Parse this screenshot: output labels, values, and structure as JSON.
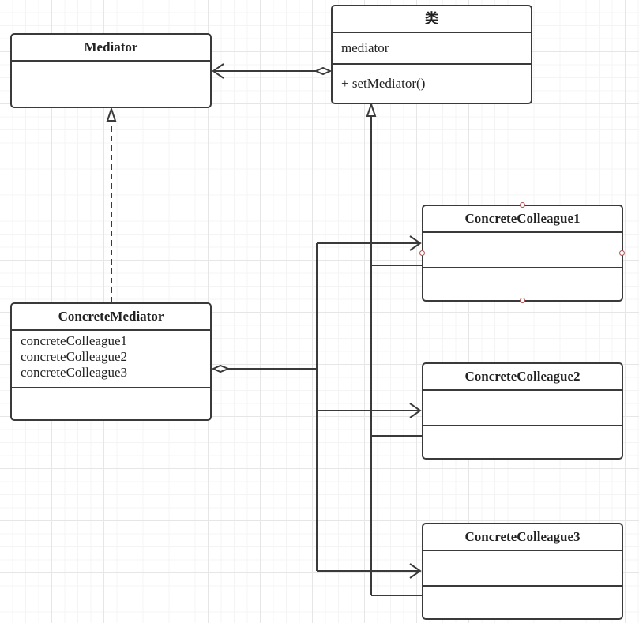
{
  "classes": {
    "mediator": {
      "title": "Mediator",
      "attributes": [],
      "operations": []
    },
    "colleague": {
      "title": "类",
      "attributes": [
        "mediator"
      ],
      "operations": [
        "+ setMediator()"
      ]
    },
    "concrete_mediator": {
      "title": "ConcreteMediator",
      "attributes": [
        "concreteColleague1",
        "concreteColleague2",
        "concreteColleague3"
      ],
      "operations": []
    },
    "concrete_colleague1": {
      "title": "ConcreteColleague1",
      "attributes": [],
      "operations": []
    },
    "concrete_colleague2": {
      "title": "ConcreteColleague2",
      "attributes": [],
      "operations": []
    },
    "concrete_colleague3": {
      "title": "ConcreteColleague3",
      "attributes": [],
      "operations": []
    }
  },
  "relationships": [
    {
      "type": "aggregation",
      "from": "colleague",
      "to": "mediator",
      "navigable": true
    },
    {
      "type": "realization",
      "from": "concrete_mediator",
      "to": "mediator"
    },
    {
      "type": "generalization",
      "from": "concrete_colleague1",
      "to": "colleague"
    },
    {
      "type": "generalization",
      "from": "concrete_colleague2",
      "to": "colleague"
    },
    {
      "type": "generalization",
      "from": "concrete_colleague3",
      "to": "colleague"
    },
    {
      "type": "aggregation",
      "from": "concrete_mediator",
      "to": "concrete_colleague1",
      "navigable": true
    },
    {
      "type": "aggregation",
      "from": "concrete_mediator",
      "to": "concrete_colleague2",
      "navigable": true
    },
    {
      "type": "aggregation",
      "from": "concrete_mediator",
      "to": "concrete_colleague3",
      "navigable": true
    }
  ],
  "colors": {
    "line": "#3a3a3a",
    "grid": "#e6e6e6",
    "selection_handle": "#b05050",
    "background": "#ffffff"
  }
}
